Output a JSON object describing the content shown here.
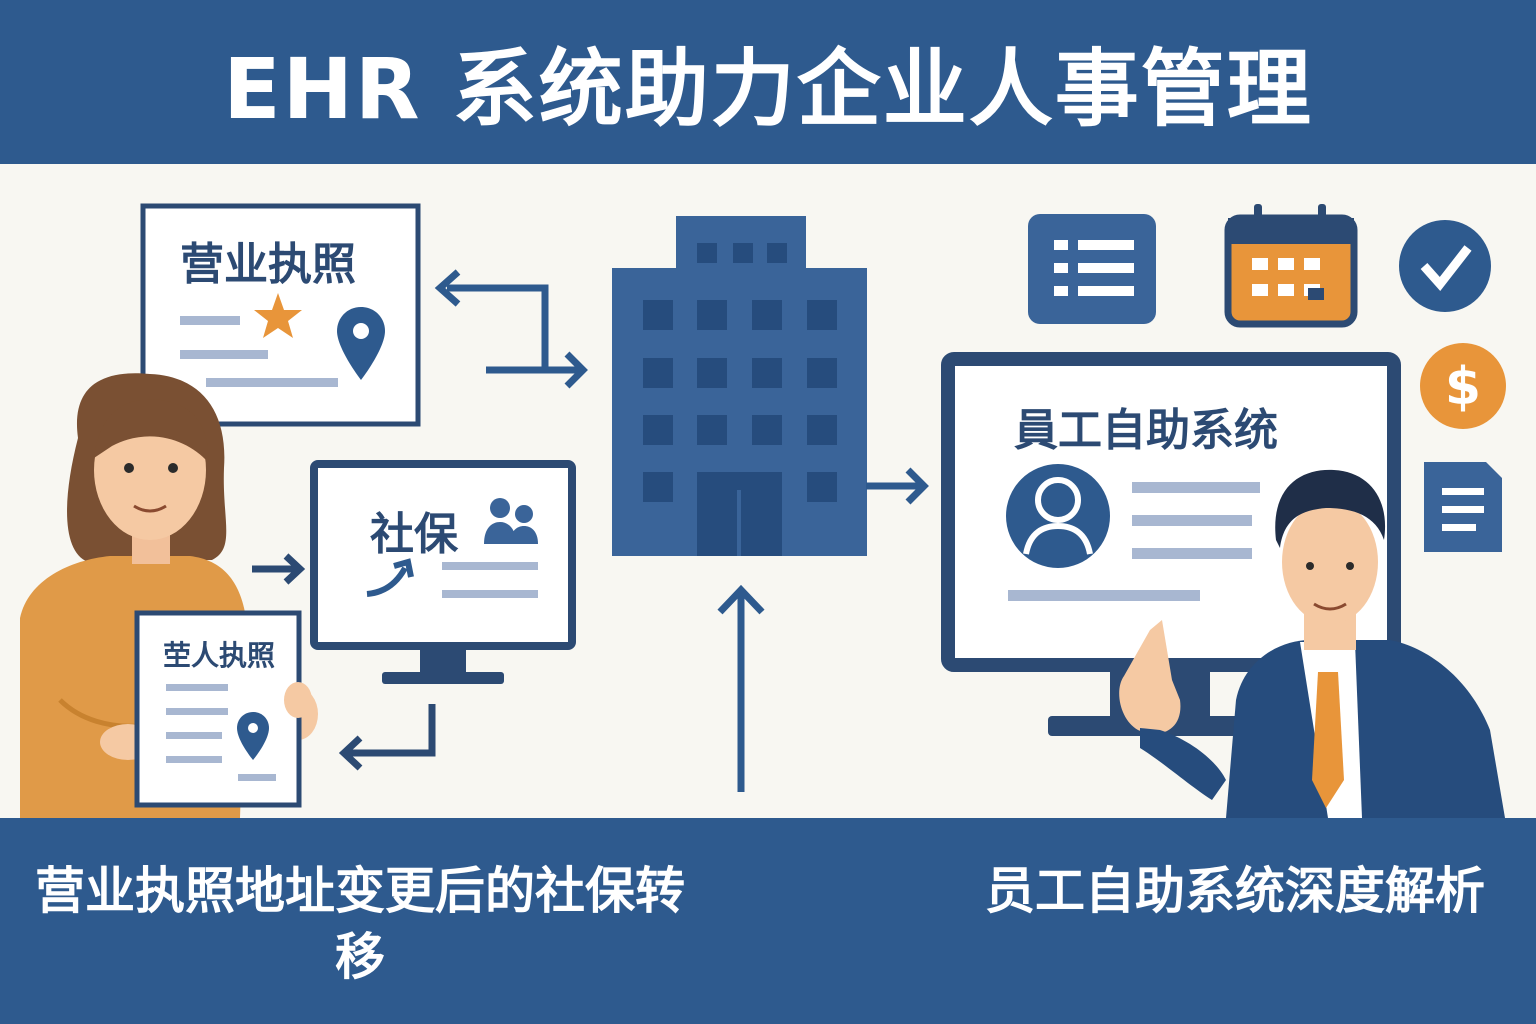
{
  "header": {
    "title": "EHR 系统助力企业人事管理"
  },
  "license_card": {
    "title": "营业执照"
  },
  "social_monitor": {
    "title": "社保"
  },
  "held_document": {
    "title": "茔人执照"
  },
  "self_service_monitor": {
    "title": "員工自助系统"
  },
  "footer": {
    "left_caption": "营业执照地址变更后的社保转移",
    "right_caption": "员工自助系统深度解析"
  },
  "colors": {
    "primary": "#2e5a8e",
    "dark": "#2c4a73",
    "accent_orange": "#e8953a",
    "light_blue": "#a8b7d1",
    "background": "#f8f7f2"
  },
  "icons": [
    "list-icon",
    "calendar-icon",
    "check-icon",
    "dollar-icon",
    "document-icon",
    "star-icon",
    "location-pin-icon",
    "people-icon",
    "user-avatar-icon",
    "office-building-icon"
  ]
}
